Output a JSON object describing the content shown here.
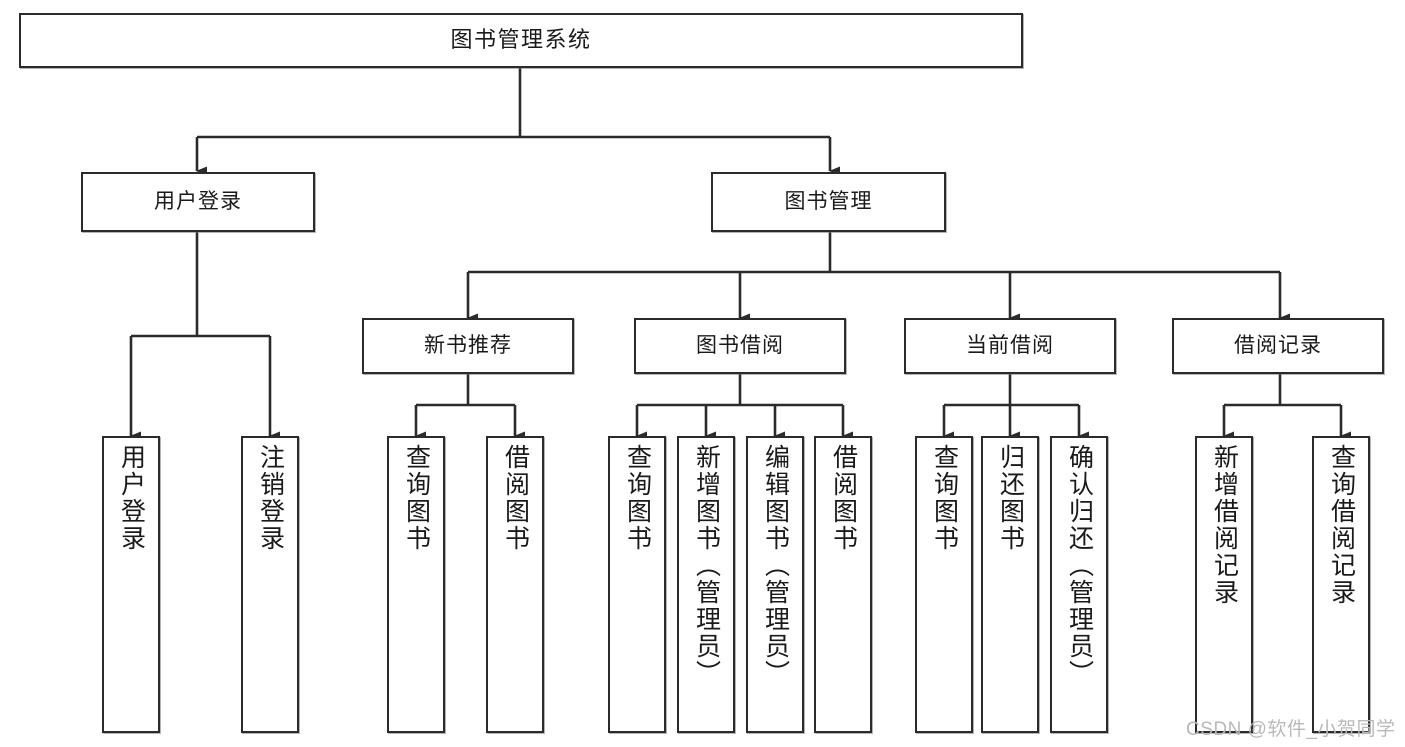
{
  "diagram": {
    "title": "图书管理系统",
    "watermark": "CSDN @软件_小贺同学",
    "line_color": "#2b2b2b",
    "box_fill": "#ffffff",
    "text_color": "#1a1a1a",
    "watermark_color": "#b9b9b9",
    "root": {
      "label": "图书管理系统"
    },
    "level2": [
      {
        "label": "用户登录"
      },
      {
        "label": "图书管理"
      }
    ],
    "level3": [
      {
        "label": "新书推荐"
      },
      {
        "label": "图书借阅"
      },
      {
        "label": "当前借阅"
      },
      {
        "label": "借阅记录"
      }
    ],
    "leaves": {
      "user_login": [
        {
          "label": "用户登录"
        },
        {
          "label": "注销登录"
        }
      ],
      "new_book_recommend": [
        {
          "label": "查询图书"
        },
        {
          "label": "借阅图书"
        }
      ],
      "book_borrow": [
        {
          "label": "查询图书"
        },
        {
          "label": "新增图书（管理员）"
        },
        {
          "label": "编辑图书（管理员）"
        },
        {
          "label": "借阅图书"
        }
      ],
      "current_borrow": [
        {
          "label": "查询图书"
        },
        {
          "label": "归还图书"
        },
        {
          "label": "确认归还（管理员）"
        }
      ],
      "borrow_record": [
        {
          "label": "新增借阅记录"
        },
        {
          "label": "查询借阅记录"
        }
      ]
    }
  }
}
